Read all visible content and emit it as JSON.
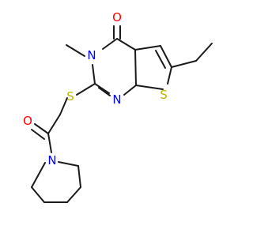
{
  "molecule": {
    "atoms": [
      {
        "symbol": "O",
        "color": "#ff0000"
      },
      {
        "symbol": "N",
        "color": "#0000ff"
      },
      {
        "symbol": "N",
        "color": "#0000ff"
      },
      {
        "symbol": "S",
        "color": "#b8b800"
      },
      {
        "symbol": "S",
        "color": "#b8b800"
      },
      {
        "symbol": "O",
        "color": "#ff0000"
      },
      {
        "symbol": "N",
        "color": "#0000ff"
      }
    ],
    "bond_color": "#1a1a1a"
  }
}
